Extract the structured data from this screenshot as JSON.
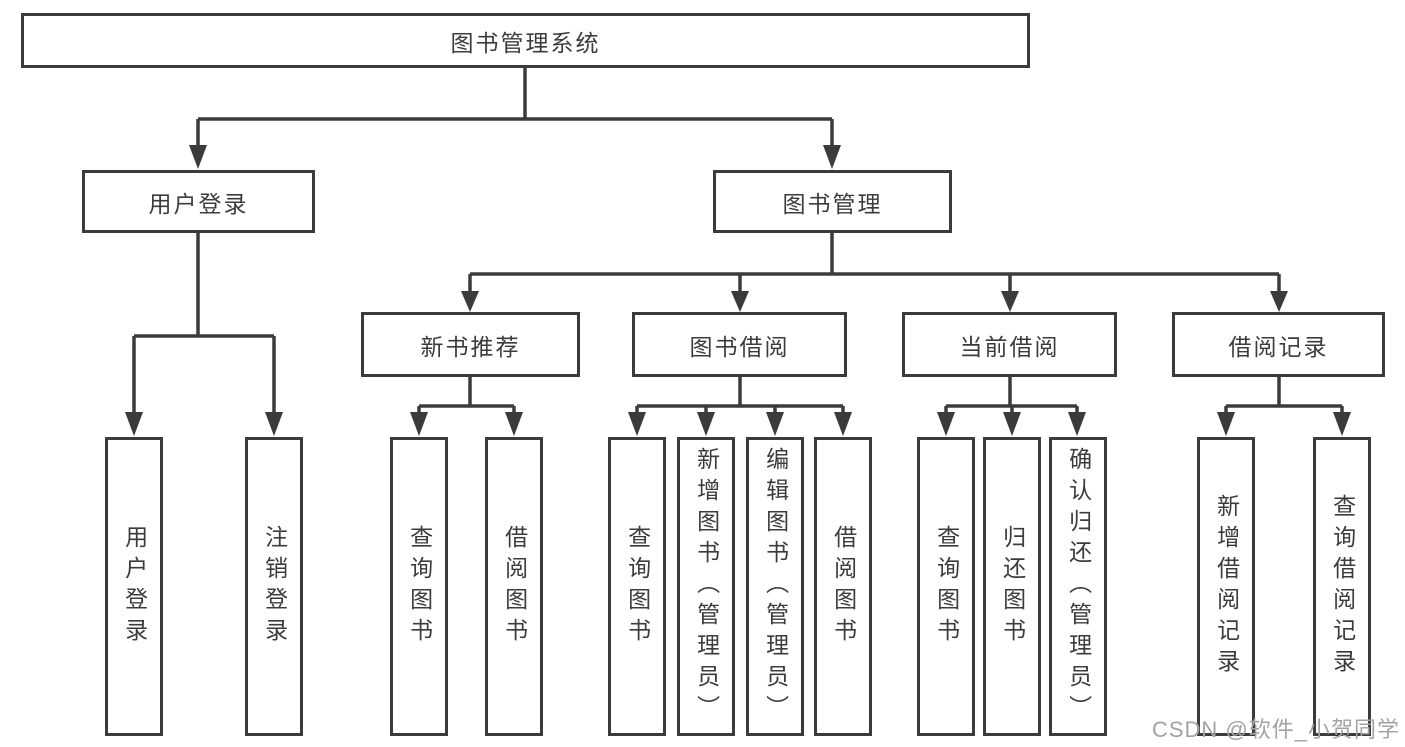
{
  "diagram": {
    "root": "图书管理系统",
    "user_login": {
      "label": "用户登录",
      "children": [
        "用户登录",
        "注销登录"
      ]
    },
    "book_management": {
      "label": "图书管理",
      "groups": [
        {
          "label": "新书推荐",
          "children": [
            "查询图书",
            "借阅图书"
          ]
        },
        {
          "label": "图书借阅",
          "children": [
            "查询图书",
            "新增图书（管理员）",
            "编辑图书（管理员）",
            "借阅图书"
          ]
        },
        {
          "label": "当前借阅",
          "children": [
            "查询图书",
            "归还图书",
            "确认归还（管理员）"
          ]
        },
        {
          "label": "借阅记录",
          "children": [
            "新增借阅记录",
            "查询借阅记录"
          ]
        }
      ]
    }
  },
  "watermark": "CSDN @软件_小贺同学",
  "colors": {
    "line": "#3b3b3b",
    "text": "#3c3c3c",
    "watermark": "#a3a3a3",
    "background": "#ffffff"
  }
}
